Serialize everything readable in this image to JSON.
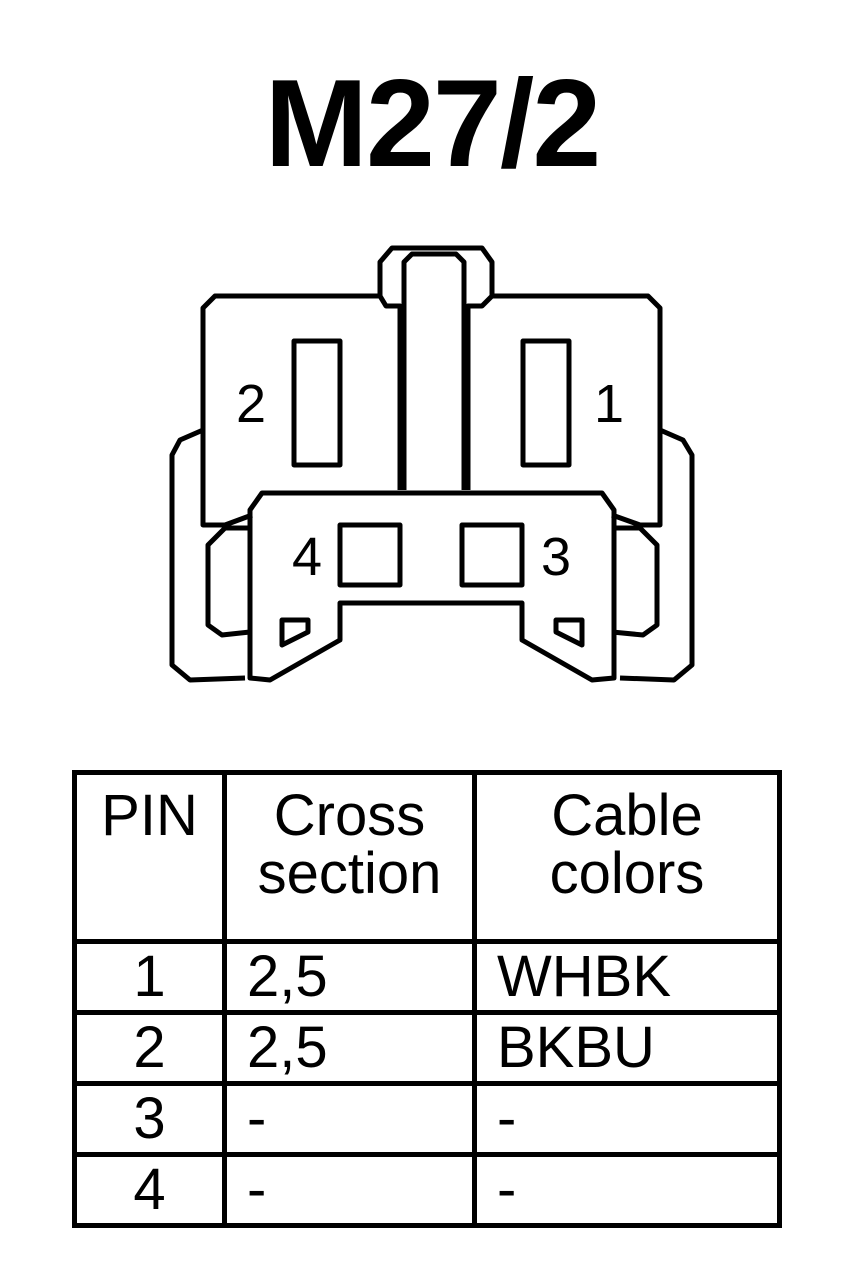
{
  "title": "M27/2",
  "connector": {
    "pins": [
      {
        "number": "1"
      },
      {
        "number": "2"
      },
      {
        "number": "3"
      },
      {
        "number": "4"
      }
    ],
    "stroke_color": "#000000"
  },
  "table": {
    "headers": {
      "pin": "PIN",
      "cross_line1": "Cross",
      "cross_line2": "section",
      "colors_line1": "Cable",
      "colors_line2": "colors"
    },
    "rows": [
      {
        "pin": "1",
        "cross": "2,5",
        "colors": "WHBK"
      },
      {
        "pin": "2",
        "cross": "2,5",
        "colors": "BKBU"
      },
      {
        "pin": "3",
        "cross": "-",
        "colors": "-"
      },
      {
        "pin": "4",
        "cross": "-",
        "colors": "-"
      }
    ]
  }
}
